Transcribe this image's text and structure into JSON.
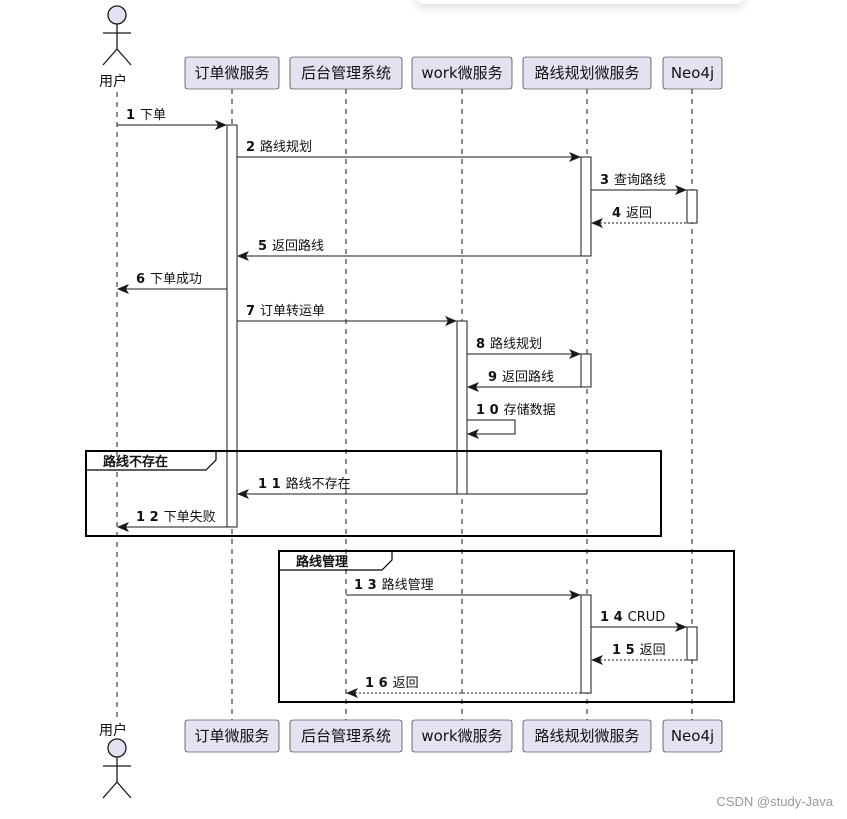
{
  "participants": [
    {
      "id": "user",
      "label": "用户",
      "type": "actor"
    },
    {
      "id": "order",
      "label": "订单微服务",
      "type": "box"
    },
    {
      "id": "admin",
      "label": "后台管理系统",
      "type": "box"
    },
    {
      "id": "work",
      "label": "work微服务",
      "type": "box"
    },
    {
      "id": "route",
      "label": "路线规划微服务",
      "type": "box"
    },
    {
      "id": "neo",
      "label": "Neo4j",
      "type": "box"
    }
  ],
  "messages": [
    {
      "num": "1",
      "text": "下单",
      "from": "user",
      "to": "order",
      "style": "solid"
    },
    {
      "num": "2",
      "text": "路线规划",
      "from": "order",
      "to": "route",
      "style": "solid"
    },
    {
      "num": "3",
      "text": "查询路线",
      "from": "route",
      "to": "neo",
      "style": "solid"
    },
    {
      "num": "4",
      "text": "返回",
      "from": "neo",
      "to": "route",
      "style": "dashed"
    },
    {
      "num": "5",
      "text": "返回路线",
      "from": "route",
      "to": "order",
      "style": "solid"
    },
    {
      "num": "6",
      "text": "下单成功",
      "from": "order",
      "to": "user",
      "style": "solid"
    },
    {
      "num": "7",
      "text": "订单转运单",
      "from": "order",
      "to": "work",
      "style": "solid"
    },
    {
      "num": "8",
      "text": "路线规划",
      "from": "work",
      "to": "route",
      "style": "solid"
    },
    {
      "num": "9",
      "text": "返回路线",
      "from": "route",
      "to": "work",
      "style": "solid"
    },
    {
      "num": "10",
      "text": "存储数据",
      "from": "work",
      "to": "work",
      "style": "self"
    },
    {
      "num": "11",
      "text": "路线不存在",
      "from": "route",
      "to": "order",
      "style": "solid"
    },
    {
      "num": "12",
      "text": "下单失败",
      "from": "order",
      "to": "user",
      "style": "solid"
    },
    {
      "num": "13",
      "text": "路线管理",
      "from": "admin",
      "to": "route",
      "style": "solid"
    },
    {
      "num": "14",
      "text": "CRUD",
      "from": "route",
      "to": "neo",
      "style": "solid"
    },
    {
      "num": "15",
      "text": "返回",
      "from": "neo",
      "to": "route",
      "style": "dashed"
    },
    {
      "num": "16",
      "text": "返回",
      "from": "route",
      "to": "admin",
      "style": "dashed"
    }
  ],
  "frames": [
    {
      "label": "路线不存在"
    },
    {
      "label": "路线管理"
    }
  ],
  "watermark": "CSDN @study-Java",
  "colors": {
    "box_fill": "#e2e2f0",
    "box_stroke": "#181818",
    "line": "#181818"
  }
}
